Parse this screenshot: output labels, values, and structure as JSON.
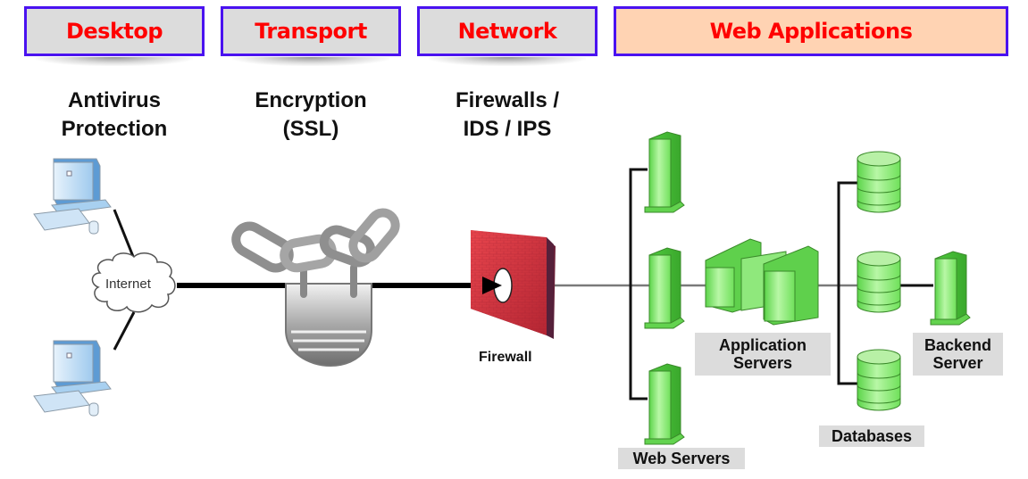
{
  "header": {
    "layers": [
      {
        "label": "Desktop",
        "bg": "#dcdcdc"
      },
      {
        "label": "Transport",
        "bg": "#dcdcdc"
      },
      {
        "label": "Network",
        "bg": "#dcdcdc"
      },
      {
        "label": "Web Applications",
        "bg": "#ffd3b3"
      }
    ],
    "border_color": "#4a12f0",
    "text_color": "#ff0000"
  },
  "security_controls": {
    "desktop": [
      "Antivirus",
      "Protection"
    ],
    "transport": [
      "Encryption",
      "(SSL)"
    ],
    "network": [
      "Firewalls /",
      "IDS / IPS"
    ]
  },
  "nodes": {
    "internet": "Internet",
    "firewall": "Firewall",
    "web_servers": "Web Servers",
    "application_servers": [
      "Application",
      "Servers"
    ],
    "databases": "Databases",
    "backend_server": [
      "Backend",
      "Server"
    ]
  },
  "icons": {
    "client": "desktop-computer-icon",
    "cloud": "cloud-icon",
    "ssl": "chain-padlock-icon",
    "firewall": "brick-wall-icon",
    "server": "server-tower-icon",
    "app_server": "server-cluster-icon",
    "database": "database-cylinder-icon"
  },
  "colors": {
    "server_green": "#7ee86a",
    "firewall_red": "#c9303a",
    "computer_blue": "#7fb8e6"
  }
}
